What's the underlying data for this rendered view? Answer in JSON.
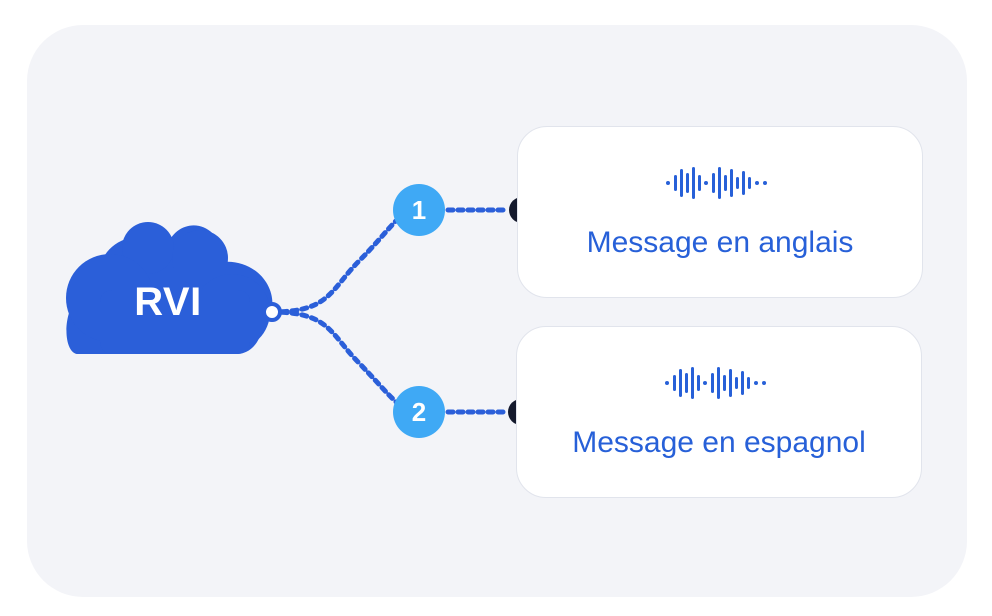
{
  "diagram": {
    "source": {
      "label": "RVI",
      "icon": "cloud-icon",
      "color": "#2b5fd9"
    },
    "branches": [
      {
        "number": "1",
        "message": "Message en anglais",
        "icon": "audio-wave-icon"
      },
      {
        "number": "2",
        "message": "Message en espagnol",
        "icon": "audio-wave-icon"
      }
    ],
    "colors": {
      "background": "#f3f4f8",
      "connector": "#2b5fd9",
      "badge": "#3fa9f5",
      "arrow": "#151a2d",
      "text": "#2760d8"
    }
  }
}
